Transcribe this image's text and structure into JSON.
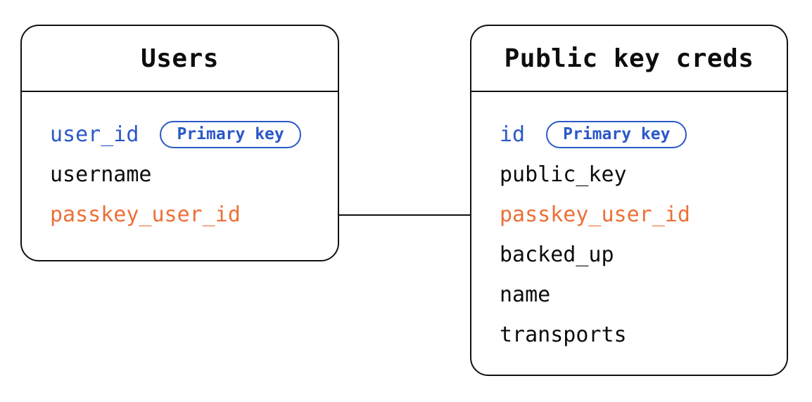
{
  "diagram": {
    "kind": "entity-relationship",
    "colors": {
      "primary_key_blue": "#2b58c8",
      "foreign_key_orange": "#ec7038",
      "line": "#111111",
      "background": "#ffffff"
    },
    "tables": [
      {
        "title": "Users",
        "fields": [
          {
            "name": "user_id",
            "color": "blue",
            "badge": "Primary key"
          },
          {
            "name": "username",
            "color": "black"
          },
          {
            "name": "passkey_user_id",
            "color": "orange"
          }
        ]
      },
      {
        "title": "Public key creds",
        "fields": [
          {
            "name": "id",
            "color": "blue",
            "badge": "Primary key"
          },
          {
            "name": "public_key",
            "color": "black"
          },
          {
            "name": "passkey_user_id",
            "color": "orange"
          },
          {
            "name": "backed_up",
            "color": "black"
          },
          {
            "name": "name",
            "color": "black"
          },
          {
            "name": "transports",
            "color": "black"
          }
        ]
      }
    ],
    "relationship": {
      "from_table": "Users",
      "from_field": "passkey_user_id",
      "to_table": "Public key creds",
      "to_field": "passkey_user_id"
    }
  }
}
